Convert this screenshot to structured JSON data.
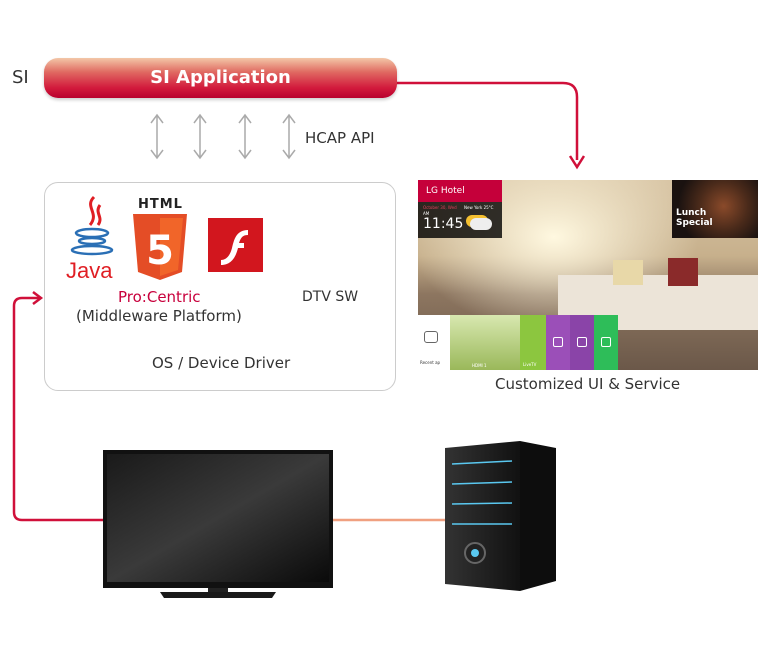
{
  "si_label": "SI",
  "si_app": "SI Application",
  "hcap_api": "HCAP API",
  "box": {
    "java": "Java",
    "html": "HTML",
    "html_num": "5",
    "procentric": "Pro:Centric",
    "middleware": "(Middleware Platform)",
    "dtv": "DTV SW",
    "os": "OS / Device Driver"
  },
  "screen": {
    "brand": "LG Hotel",
    "date": "October 30, Wed",
    "ampm": "AM",
    "time": "11:45",
    "weather": "New York 25°C",
    "promo": "Lunch Special",
    "recent": "Recent ap",
    "hdmi": "HDMI 1",
    "livetv": "LiveTV"
  },
  "caption": "Customized UI & Service",
  "colors": {
    "accent": "#c8003c",
    "arrow": "#d0103a",
    "link": "#f0a080"
  }
}
